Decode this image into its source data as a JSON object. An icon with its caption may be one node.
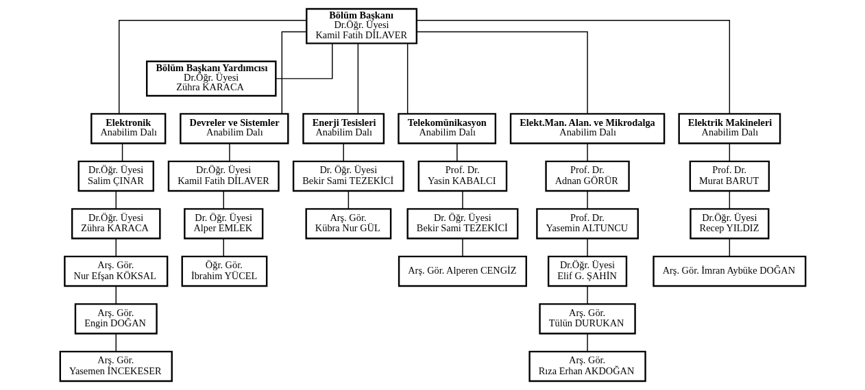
{
  "diagram": {
    "nodes": [
      {
        "text": [
          "Bölüm Başkanı",
          "Dr.Öğr. Üyesi",
          "Kamil Fatih DİLAVER"
        ]
      },
      {
        "text": [
          "Bölüm Başkanı Yardımcısı",
          "Dr.Öğr. Üyesi",
          "Zühra KARACA"
        ]
      },
      {
        "text": [
          "Elektronik",
          "Anabilim Dalı"
        ]
      },
      {
        "text": [
          "Dr.Öğr. Üyesi",
          "Salim ÇINAR"
        ]
      },
      {
        "text": [
          "Dr.Öğr. Üyesi",
          "Zühra KARACA"
        ]
      },
      {
        "text": [
          "Arş. Gör.",
          "Nur Efşan KÖKSAL"
        ]
      },
      {
        "text": [
          "Arş. Gör.",
          "Engin DOĞAN"
        ]
      },
      {
        "text": [
          "Arş. Gör.",
          "Yasemen İNCEKESER"
        ]
      },
      {
        "text": [
          "Devreler ve Sistemler",
          "Anabilim Dalı"
        ]
      },
      {
        "text": [
          "Dr.Öğr. Üyesi",
          "Kamil Fatih DİLAVER"
        ]
      },
      {
        "text": [
          "Dr. Öğr. Üyesi",
          "Alper EMLEK"
        ]
      },
      {
        "text": [
          "Öğr. Gör.",
          "İbrahim YÜCEL"
        ]
      },
      {
        "text": [
          "Enerji Tesisleri",
          "Anabilim Dalı"
        ]
      },
      {
        "text": [
          "Dr. Öğr. Üyesi",
          "Bekir Sami TEZEKİCİ"
        ]
      },
      {
        "text": [
          "Arş. Gör.",
          "Kübra Nur GÜL"
        ]
      },
      {
        "text": [
          "Telekomünikasyon",
          "Anabilim Dalı"
        ]
      },
      {
        "text": [
          "Prof. Dr.",
          "Yasin KABALCI"
        ]
      },
      {
        "text": [
          "Dr. Öğr. Üyesi",
          "Bekir Sami TEZEKİCİ"
        ]
      },
      {
        "text": [
          "Arş. Gör. Alperen CENGİZ"
        ]
      },
      {
        "text": [
          "Elekt.Man. Alan. ve Mikrodalga",
          "Anabilim Dalı"
        ]
      },
      {
        "text": [
          "Prof. Dr.",
          "Adnan GÖRÜR"
        ]
      },
      {
        "text": [
          "Prof. Dr.",
          "Yasemin ALTUNCU"
        ]
      },
      {
        "text": [
          "Dr.Öğr. Üyesi",
          "Elif G. ŞAHİN"
        ]
      },
      {
        "text": [
          "Arş. Gör.",
          "Tülün DURUKAN"
        ]
      },
      {
        "text": [
          "Arş. Gör.",
          "Rıza Erhan AKDOĞAN"
        ]
      },
      {
        "text": [
          "Elektrik Makineleri",
          "Anabilim Dalı"
        ]
      },
      {
        "text": [
          "Prof. Dr.",
          "Murat BARUT"
        ]
      },
      {
        "text": [
          "Dr.Öğr. Üyesi",
          "Recep YILDIZ"
        ]
      },
      {
        "text": [
          "Arş. Gör. İmran Aybüke DOĞAN"
        ]
      }
    ],
    "edges": [
      {
        "from": 0,
        "to": 1,
        "arrow": "none"
      },
      {
        "from": 0,
        "to": 2,
        "arrow": "none"
      },
      {
        "from": 0,
        "to": 8,
        "arrow": "none"
      },
      {
        "from": 0,
        "to": 12,
        "arrow": "none"
      },
      {
        "from": 0,
        "to": 15,
        "arrow": "none"
      },
      {
        "from": 0,
        "to": 19,
        "arrow": "none"
      },
      {
        "from": 0,
        "to": 25,
        "arrow": "none"
      },
      {
        "from": 2,
        "to": 3,
        "arrow": "none"
      },
      {
        "from": 3,
        "to": 4,
        "arrow": "none"
      },
      {
        "from": 4,
        "to": 5,
        "arrow": "none"
      },
      {
        "from": 5,
        "to": 6,
        "arrow": "none"
      },
      {
        "from": 6,
        "to": 7,
        "arrow": "none"
      },
      {
        "from": 8,
        "to": 9,
        "arrow": "none"
      },
      {
        "from": 9,
        "to": 10,
        "arrow": "none"
      },
      {
        "from": 10,
        "to": 11,
        "arrow": "none"
      },
      {
        "from": 12,
        "to": 13,
        "arrow": "none"
      },
      {
        "from": 13,
        "to": 14,
        "arrow": "none"
      },
      {
        "from": 15,
        "to": 16,
        "arrow": "none"
      },
      {
        "from": 16,
        "to": 17,
        "arrow": "none"
      },
      {
        "from": 17,
        "to": 18,
        "arrow": "none"
      },
      {
        "from": 19,
        "to": 20,
        "arrow": "none"
      },
      {
        "from": 20,
        "to": 21,
        "arrow": "none"
      },
      {
        "from": 21,
        "to": 22,
        "arrow": "none"
      },
      {
        "from": 22,
        "to": 23,
        "arrow": "none"
      },
      {
        "from": 23,
        "to": 24,
        "arrow": "none"
      },
      {
        "from": 25,
        "to": 26,
        "arrow": "none"
      },
      {
        "from": 26,
        "to": 27,
        "arrow": "none"
      },
      {
        "from": 27,
        "to": 28,
        "arrow": "none"
      }
    ]
  }
}
